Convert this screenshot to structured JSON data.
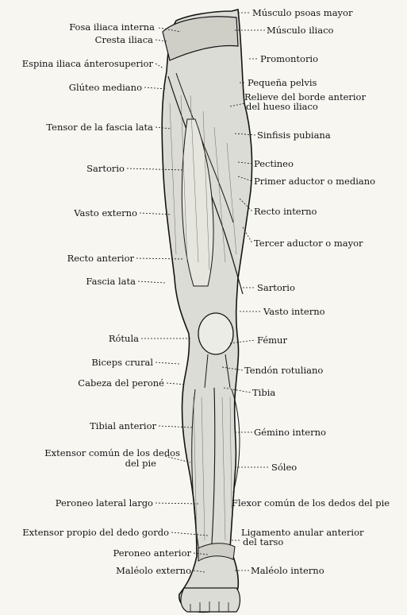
{
  "diagram": {
    "labels_left": [
      "Fosa iliaca interna",
      "Cresta iliaca",
      "Espina iliaca ánterosuperior",
      "Glúteo mediano",
      "Tensor de la fascia lata",
      "Sartorio",
      "Vasto externo",
      "Recto anterior",
      "Fascia lata",
      "Rótula",
      "Biceps crural",
      "Cabeza del peroné",
      "Tibial anterior",
      "Extensor común de los dedos",
      "del pie",
      "Peroneo lateral largo",
      "Extensor propio del dedo gordo",
      "Peroneo anterior",
      "Maléolo externo"
    ],
    "labels_right": [
      "Músculo psoas mayor",
      "Músculo iliaco",
      "Promontorio",
      "Pequeña pelvis",
      "Relieve del borde anterior",
      "del hueso iliaco",
      "Sinfisis pubiana",
      "Pectineo",
      "Primer aductor o mediano",
      "Recto interno",
      "Tercer aductor o mayor",
      "Sartorio",
      "Vasto interno",
      "Fémur",
      "Tendón rotuliano",
      "Tibia",
      "Gémino interno",
      "Sóleo",
      "Flexor común de los dedos del pie",
      "Ligamento anular anterior",
      "del tarso",
      "Maléolo interno"
    ]
  },
  "colors": {
    "ink": "#141414",
    "paper": "#f7f6f1",
    "muscle": "#dcdcd6"
  }
}
